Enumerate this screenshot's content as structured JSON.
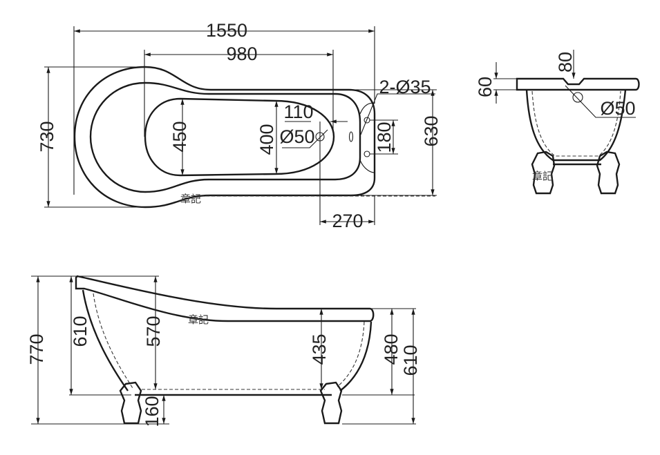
{
  "top_view": {
    "overall_length": "1550",
    "basin_length": "980",
    "overall_width": "730",
    "basin_width_head": "450",
    "basin_width_foot": "400",
    "drain_offset": "110",
    "drain_diameter": "Ø50",
    "tap_holes": "2-Ø35",
    "tap_spacing": "180",
    "rim_width": "630",
    "drain_to_end": "270",
    "watermark": "章記"
  },
  "end_view": {
    "rim_height": "60",
    "overflow_offset": "80",
    "overflow_diameter": "Ø50",
    "watermark": "章記"
  },
  "side_view": {
    "total_height": "770",
    "body_height_head": "610",
    "inner_depth_head": "570",
    "foot_height": "160",
    "inner_depth_foot": "435",
    "body_height_foot": "480",
    "rim_height_foot": "610",
    "watermark": "章記"
  }
}
